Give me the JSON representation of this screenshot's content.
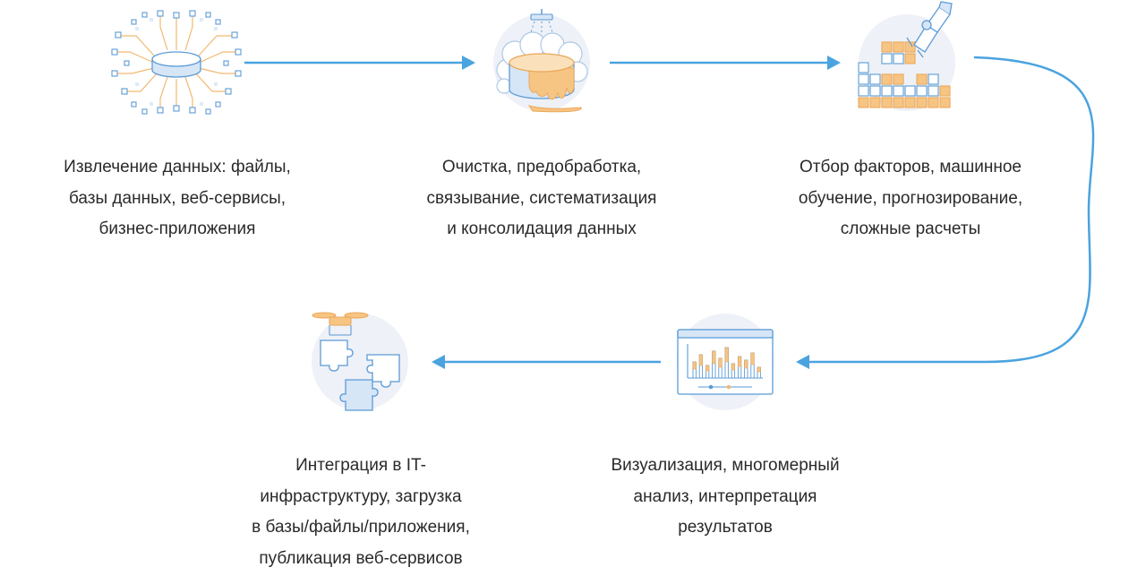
{
  "steps": [
    {
      "id": "extract",
      "icon": "database-network-icon",
      "lines": [
        "Извлечение данных: файлы,",
        "базы данных, веб-сервисы,",
        "бизнес-приложения"
      ]
    },
    {
      "id": "clean",
      "icon": "database-wash-icon",
      "lines": [
        "Очистка, предобработка,",
        "связывание, систематизация",
        "и консолидация данных"
      ]
    },
    {
      "id": "ml",
      "icon": "robot-arm-blocks-icon",
      "lines": [
        "Отбор факторов, машинное",
        "обучение, прогнозирование,",
        "сложные расчеты"
      ]
    },
    {
      "id": "visualize",
      "icon": "bar-chart-dashboard-icon",
      "lines": [
        "Визуализация, многомерный",
        "анализ, интерпретация",
        "результатов"
      ]
    },
    {
      "id": "integrate",
      "icon": "drone-puzzle-icon",
      "lines": [
        "Интеграция в IT-",
        "инфраструктуру, загрузка",
        "в базы/файлы/приложения,",
        "публикация веб-сервисов"
      ]
    }
  ],
  "colors": {
    "arrow": "#4aa3df",
    "circle": "#eef1f7",
    "icon_stroke": "#5b9bd5",
    "icon_light": "#d6e6f7",
    "accent": "#f7c583",
    "accent_stroke": "#eaa85a"
  }
}
